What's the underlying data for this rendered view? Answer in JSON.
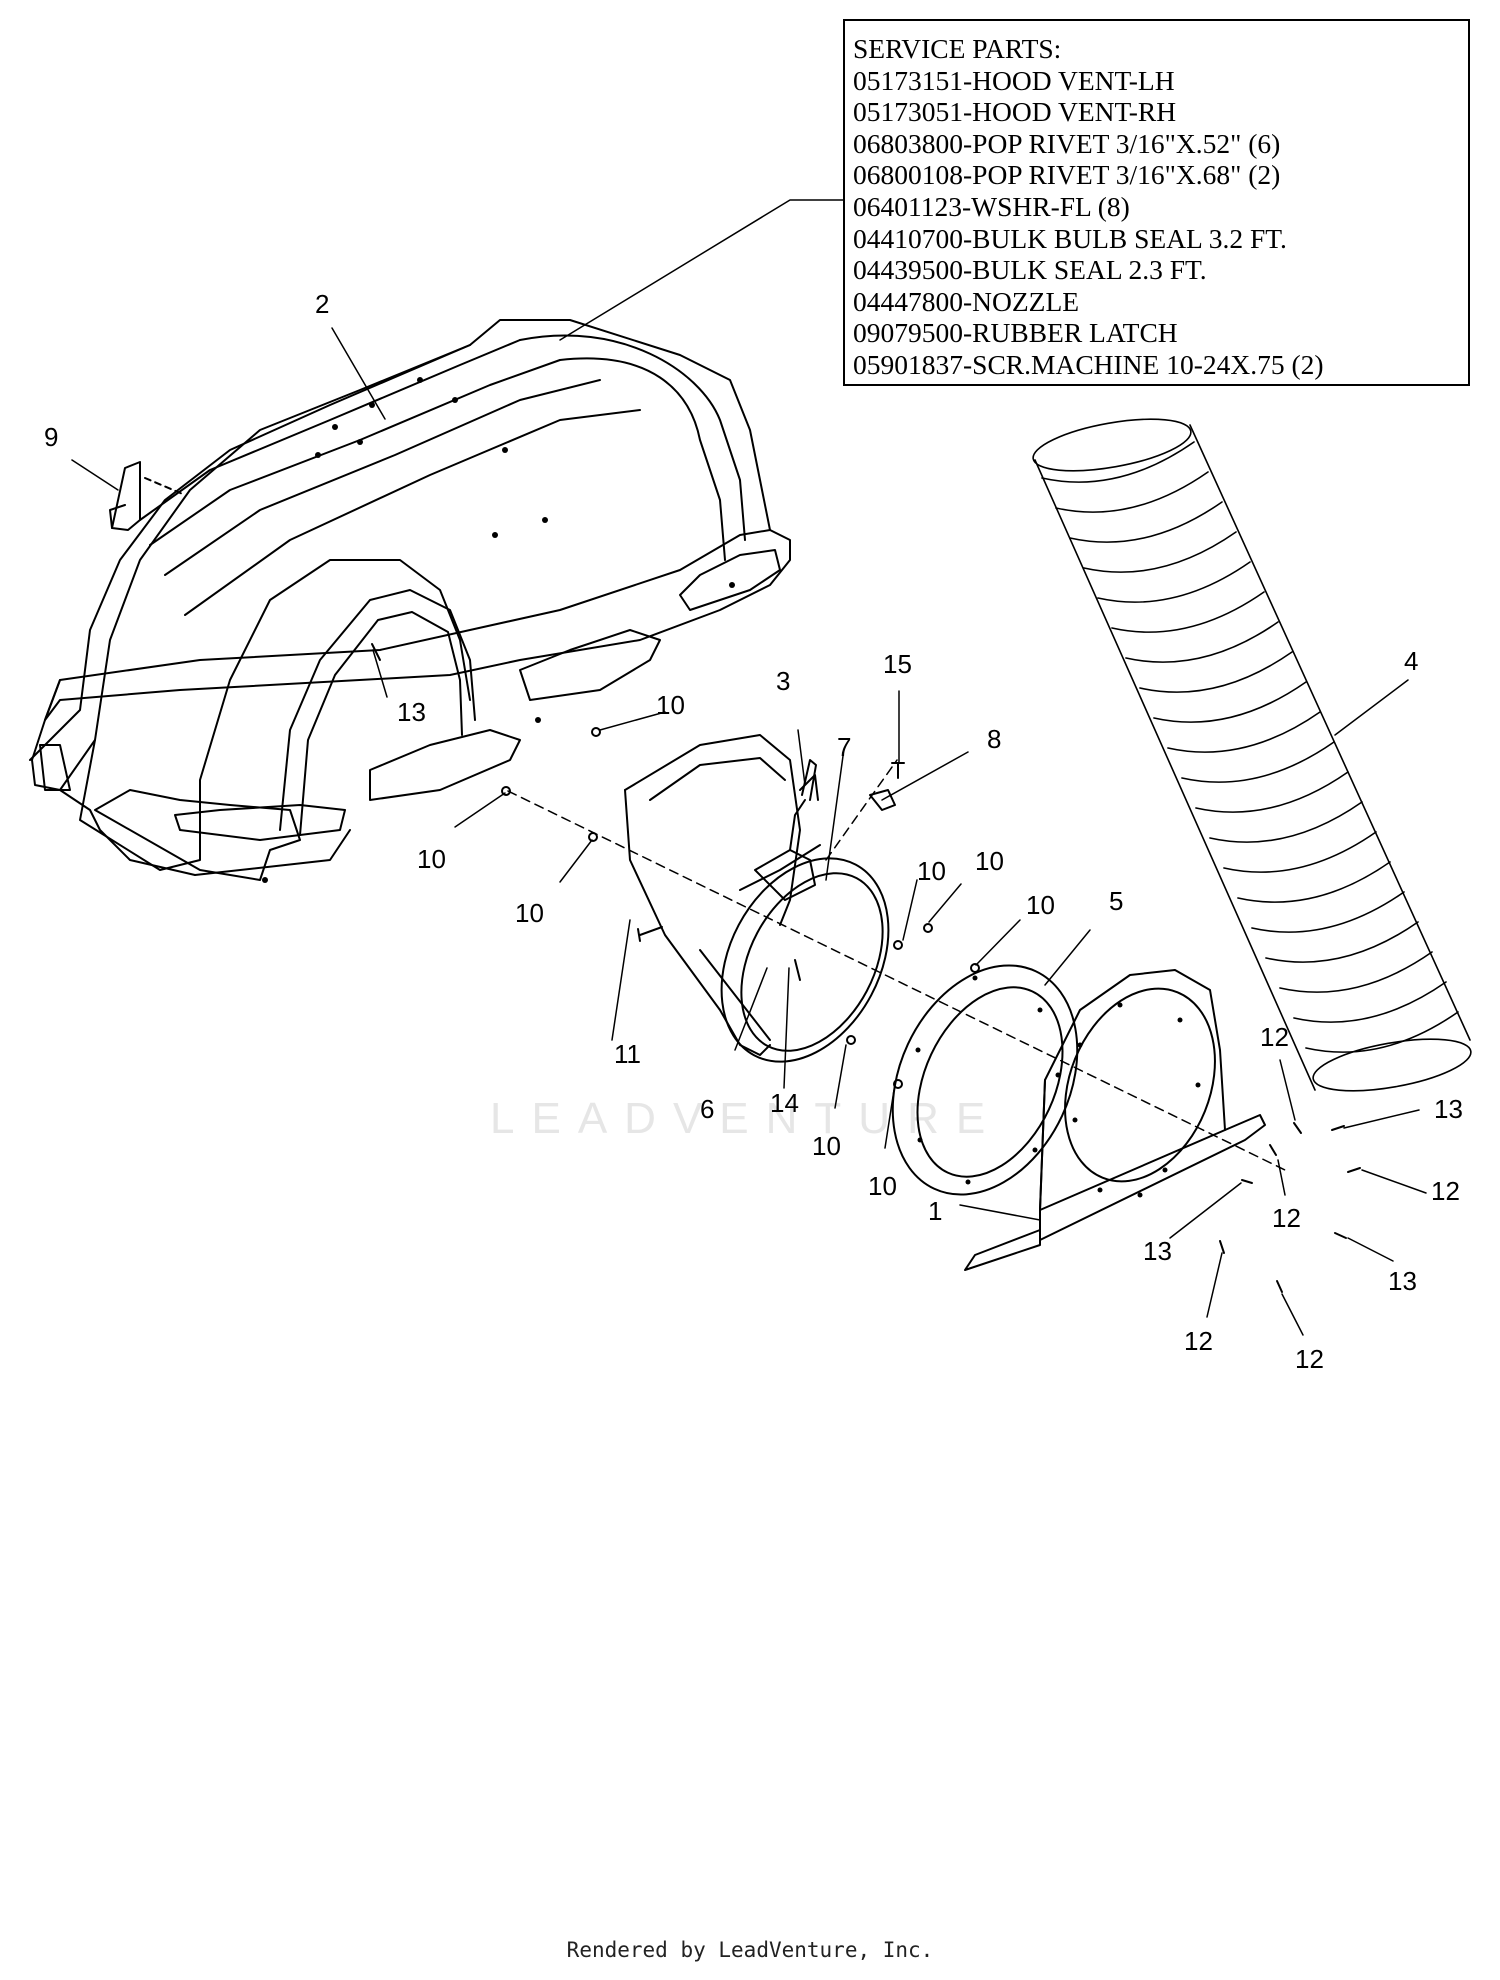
{
  "service_parts": {
    "heading": "SERVICE PARTS:",
    "items": [
      "05173151-HOOD VENT-LH",
      "05173051-HOOD VENT-RH",
      "06803800-POP RIVET 3/16\"X.52\" (6)",
      "06800108-POP RIVET 3/16\"X.68\" (2)",
      "06401123-WSHR-FL (8)",
      "04410700-BULK BULB SEAL 3.2 FT.",
      "04439500-BULK SEAL 2.3 FT.",
      "04447800-NOZZLE",
      "09079500-RUBBER LATCH",
      "05901837-SCR.MACHINE 10-24X.75 (2)"
    ]
  },
  "callouts": {
    "c1": "1",
    "c2": "2",
    "c3": "3",
    "c4": "4",
    "c5": "5",
    "c6": "6",
    "c7": "7",
    "c8": "8",
    "c9": "9",
    "c10": "10",
    "c11": "11",
    "c12": "12",
    "c13": "13",
    "c14": "14",
    "c15": "15"
  },
  "watermark": "LEADVENTURE",
  "footer": "Rendered by LeadVenture, Inc."
}
